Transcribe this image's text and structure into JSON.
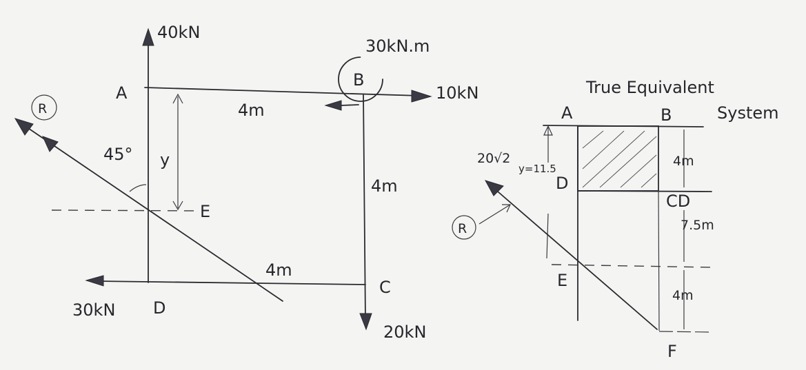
{
  "left_diagram": {
    "points": {
      "A": "A",
      "B": "B",
      "C": "C",
      "D": "D",
      "E": "E"
    },
    "forces": {
      "f_a": "40kN",
      "moment_b": "30kN.m",
      "f_b": "10kN",
      "f_c": "20kN",
      "f_d": "30kN"
    },
    "dims": {
      "ab": "4m",
      "bc": "4m",
      "dc": "4m",
      "y": "y",
      "angle": "45°"
    },
    "resultant": "R"
  },
  "right_diagram": {
    "title_line1": "True Equivalent",
    "title_line2": "System",
    "points": {
      "A": "A",
      "B": "B",
      "CD": "CD",
      "D": "D",
      "E": "E",
      "F": "F"
    },
    "dims": {
      "bc": "4m",
      "ce": "7.5m",
      "ef": "4m",
      "y_value": "y=11.5",
      "force": "20√2"
    },
    "resultant": "R"
  }
}
